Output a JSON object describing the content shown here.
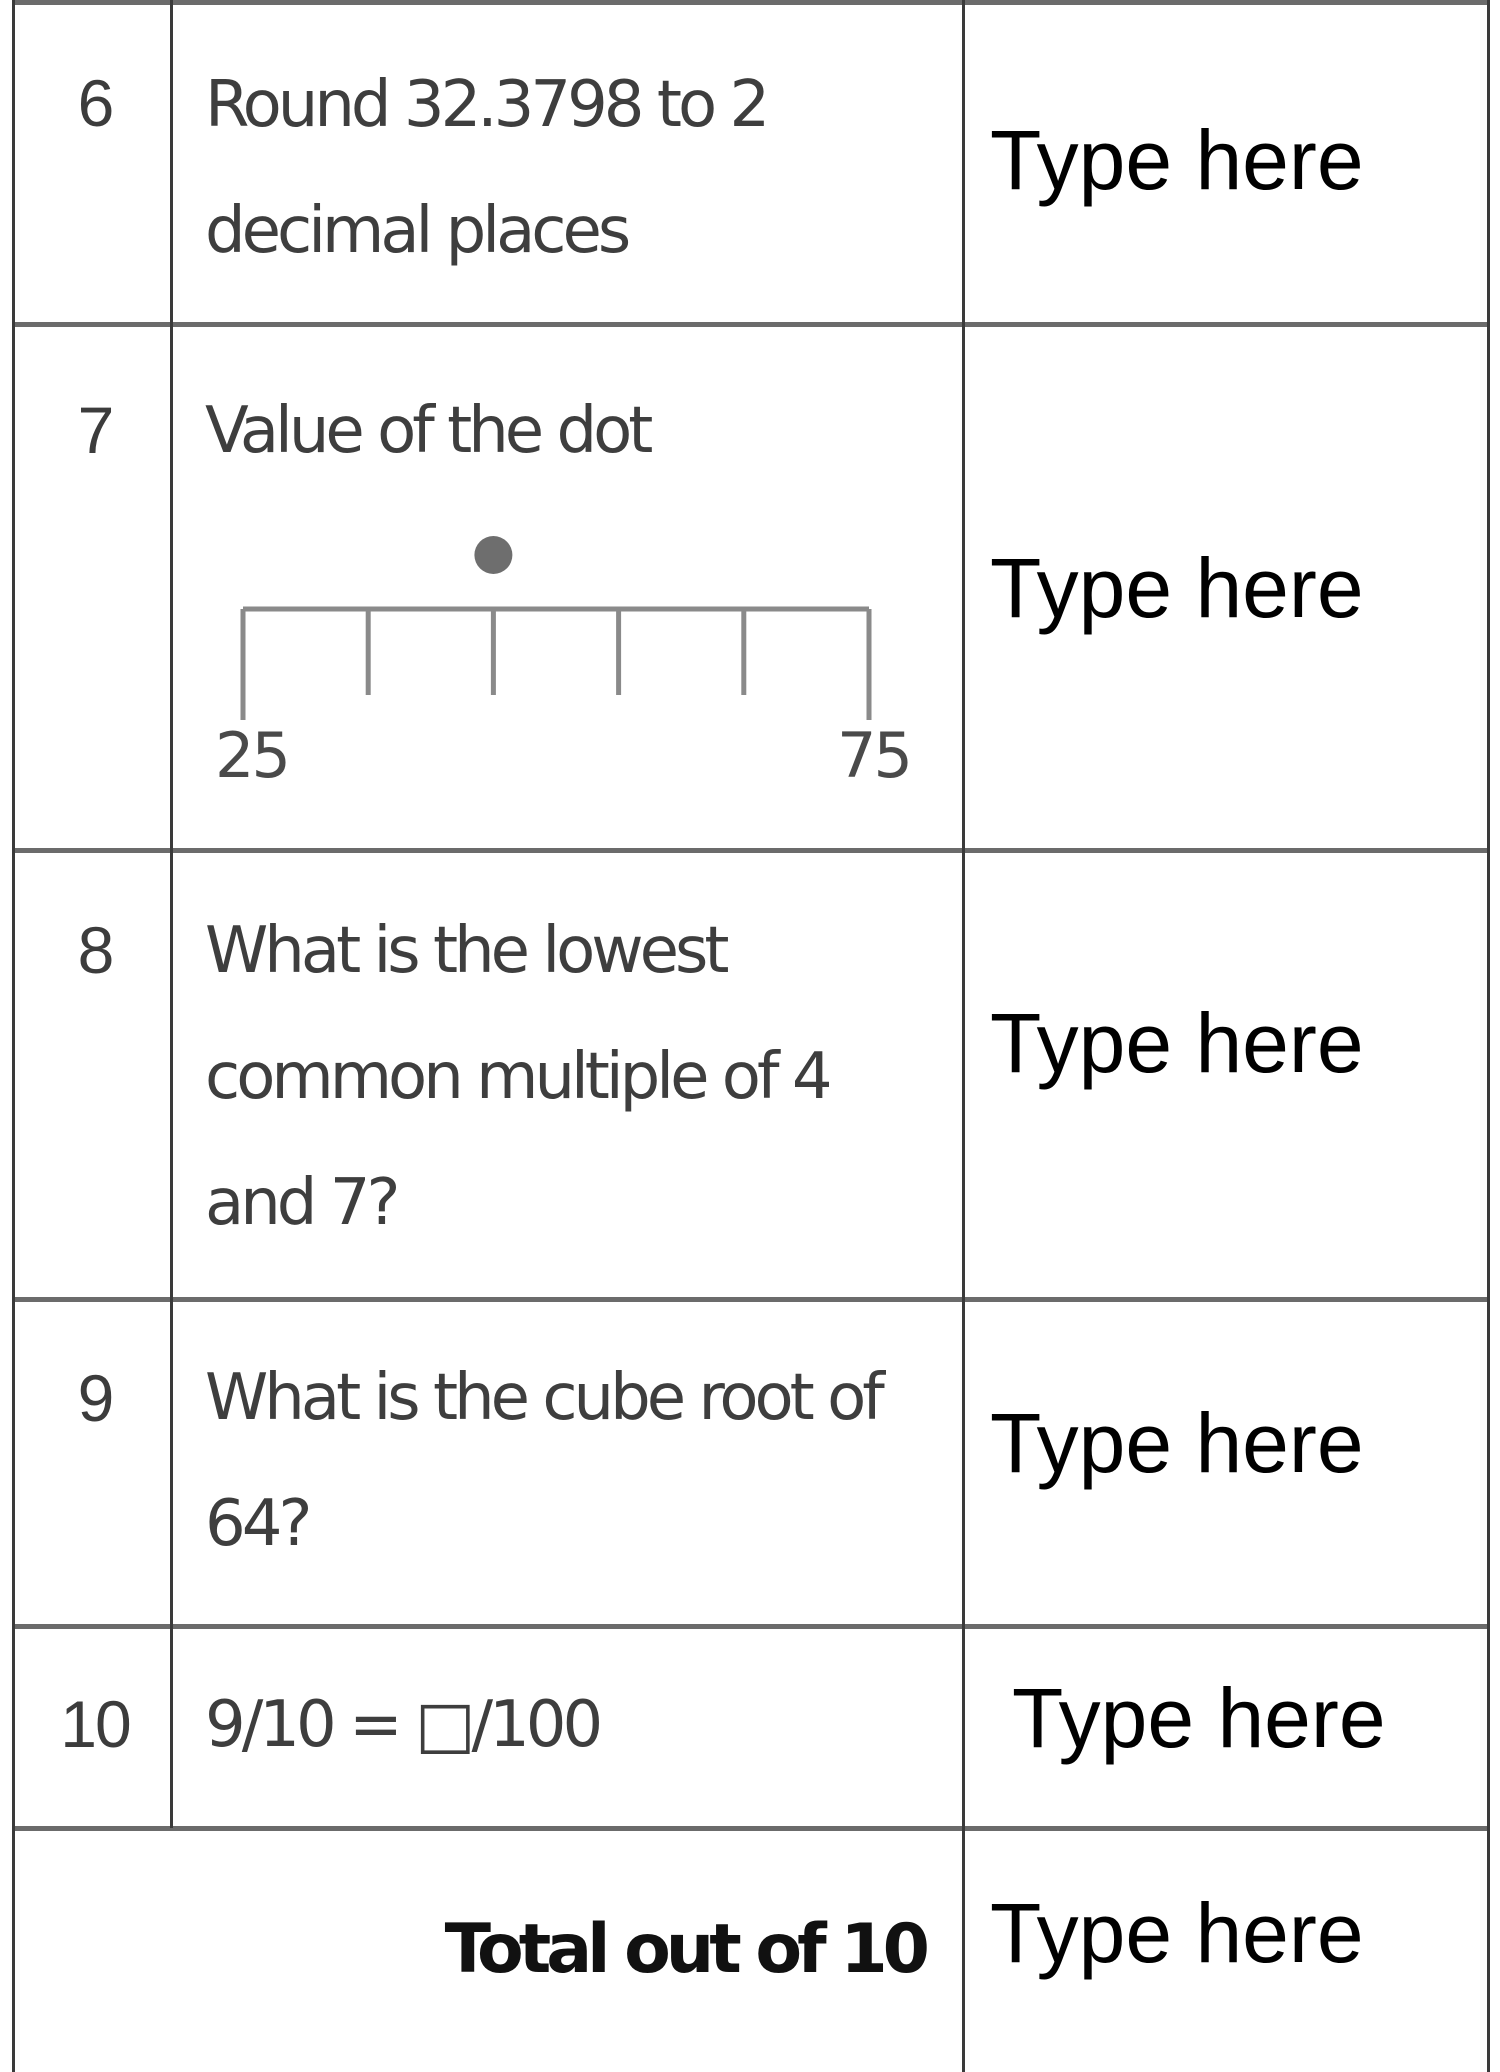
{
  "rows": [
    {
      "num": "6",
      "question": "Round 32.3798 to 2 decimal places",
      "answer": "Type here"
    },
    {
      "num": "7",
      "question": "Value of the dot",
      "answer": "Type here"
    },
    {
      "num": "8",
      "question": "What is the lowest common multiple of 4 and 7?",
      "answer": "Type here"
    },
    {
      "num": "9",
      "question": "What is the cube root of 64?",
      "answer": "Type here"
    },
    {
      "num": "10",
      "question": "9/10 = □/100",
      "answer": "Type here"
    }
  ],
  "total": {
    "label": "Total out of 10",
    "answer": "Type here"
  },
  "number_line": {
    "start_label": "25",
    "end_label": "75",
    "start": 25,
    "end": 75,
    "intervals": 5,
    "dot_value": 45
  }
}
